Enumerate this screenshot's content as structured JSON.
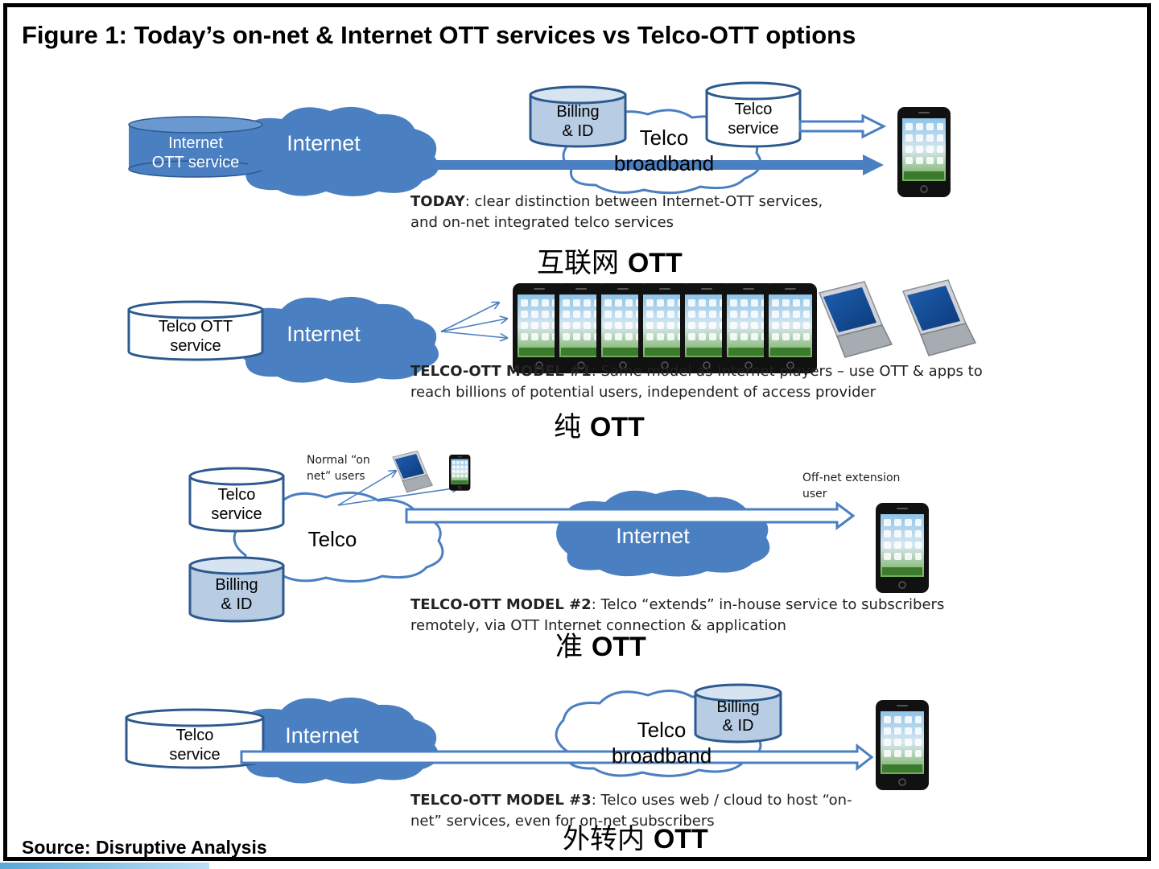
{
  "title": "Figure 1: Today’s on-net & Internet OTT services vs Telco-OTT options",
  "source": "Source: Disruptive Analysis",
  "colors": {
    "cloud": "#4a7fc1",
    "cylinder_blue": "#b8cce4",
    "arrow": "#4a7fc1",
    "border": "#000000"
  },
  "today": {
    "internet_service": [
      "Internet",
      "OTT service"
    ],
    "internet_cloud": "Internet",
    "billing": [
      "Billing",
      "& ID"
    ],
    "telco_service": [
      "Telco",
      "service"
    ],
    "broadband": [
      "Telco",
      "broadband"
    ],
    "caption_bold": "TODAY",
    "caption_rest": ": clear distinction between Internet-OTT services,",
    "caption_line2": "and on-net integrated telco services",
    "cn_label": "互联网",
    "cn_ott": "OTT"
  },
  "model1": {
    "service": [
      "Telco OTT",
      "service"
    ],
    "internet_cloud": "Internet",
    "caption_bold": "TELCO-OTT MODEL #1",
    "caption_rest": ": Same model as Internet players – use OTT & apps to",
    "caption_line2": "reach billions of potential users, independent of access provider",
    "cn_label": "纯",
    "cn_ott": "OTT"
  },
  "model2": {
    "normal_users": [
      "Normal “on",
      "net” users"
    ],
    "offnet_user": [
      "Off-net extension",
      "user"
    ],
    "telco_service": [
      "Telco",
      "service"
    ],
    "telco_cloud": "Telco",
    "billing": [
      "Billing",
      "& ID"
    ],
    "internet_cloud": "Internet",
    "caption_bold": "TELCO-OTT MODEL #2",
    "caption_rest": ": Telco “extends” in-house service to subscribers",
    "caption_line2": "remotely, via OTT Internet connection & application",
    "cn_label": "准",
    "cn_ott": "OTT"
  },
  "model3": {
    "telco_service": [
      "Telco",
      "service"
    ],
    "internet_cloud": "Internet",
    "broadband": [
      "Telco",
      "broadband"
    ],
    "billing": [
      "Billing",
      "& ID"
    ],
    "caption_bold": "TELCO-OTT MODEL #3",
    "caption_rest": ": Telco uses web / cloud to host “on-",
    "caption_line2": "net” services, even for on-net subscribers",
    "cn_label": "外转内",
    "cn_ott": "OTT"
  }
}
